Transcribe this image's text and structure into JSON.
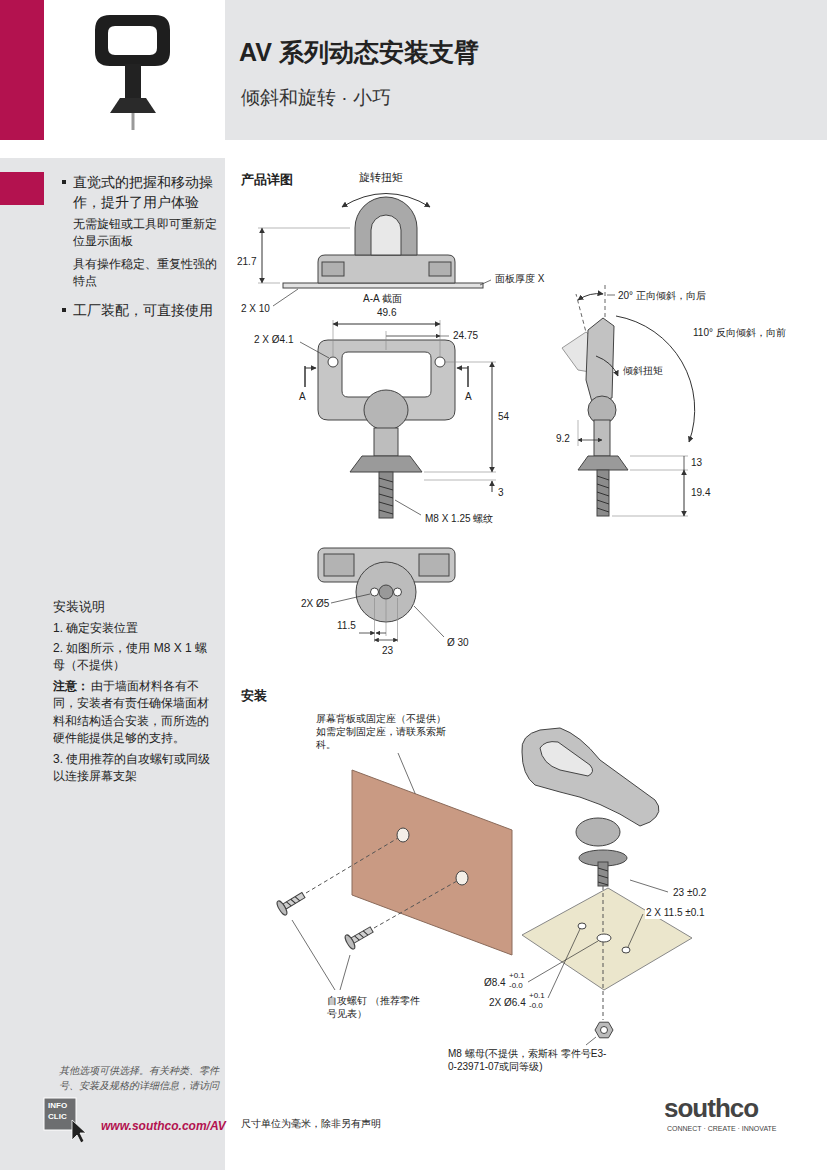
{
  "diagram": {
    "title": "AV 系列动态安装支臂",
    "nodes": [
      {
        "text": [
          "直觉式的把握和移动操作，提升了用户体验",
          "无需旋钮或工具即可重新定位显示面板",
          "具有操作稳定、重复性强的特点",
          "工厂装配，可直接使用",
          "安装说明",
          "1. 确定安装位置",
          "2. 如图所示，使用 M8 X 1 螺母（不提供）",
          "注意：",
          "由于墙面材料各有不同，安装者有责任确保墙面材料和结构适合安装，而所选的硬件能提供足够的支持。",
          "3. 使用推荐的自攻螺钉或同级以连接屏幕支架",
          "其他选项可供选择。有关种类、零件号、安装及规格的详细信息，请访问",
          "www.southco.com/AV"
        ]
      }
    ],
    "labels": [
      "倾斜和旋转 · 小巧",
      "产品详图",
      "旋转扭矩",
      "21.7",
      "面板厚度 X",
      "2 X 10",
      "A-A 截面",
      "49.6",
      "24.75",
      "2 X Ø4.1",
      "A",
      "A",
      "54",
      "3",
      "M8 X 1.25 螺纹",
      "20° 正向倾斜，向后",
      "110° 反向倾斜，向前",
      "倾斜扭矩",
      "9.2",
      "13",
      "19.4",
      "2X Ø5",
      "11.5",
      "23",
      "Ø 30",
      "安装",
      "屏幕背板或固定座（不提供） 如需定制固定座，请联系索斯科。",
      "23 ±0.2",
      "2 X 11.5 ±0.1",
      "Ø8.4",
      "+0.1",
      "-0.0",
      "2X Ø6.4",
      "+0.1",
      "-0.0",
      "自攻螺钉 （推荐零件号见表）",
      "M8 螺母(不提供，索斯科 零件号E3-0-23971-07或同等级)",
      "尺寸单位为毫米，除非另有声明",
      "southco",
      "CONNECT · CREATE · INNOVATE",
      "INFO",
      "CLIC"
    ]
  }
}
